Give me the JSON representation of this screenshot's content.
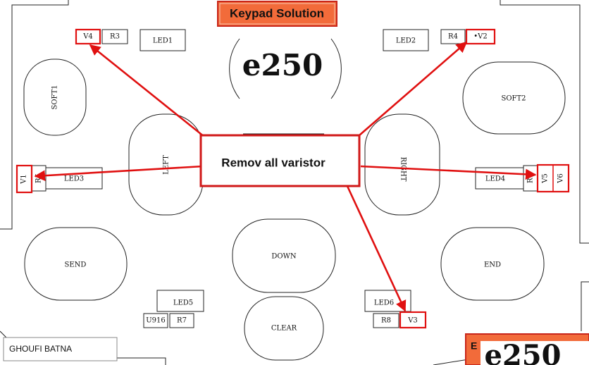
{
  "title_tag": "Keypad Solution",
  "model": "e250",
  "model_corner": "e250",
  "corner_fragment": "E",
  "instruction": "Remov all varistor",
  "watermark": "GHOUFI BATNA",
  "keys": {
    "soft1": "SOFT1",
    "soft2": "SOFT2",
    "left": "LEFT",
    "right": "RIGHT",
    "send": "SEND",
    "down": "DOWN",
    "end": "END",
    "clear": "CLEAR"
  },
  "components": {
    "led1": "LED1",
    "led2": "LED2",
    "led3": "LED3",
    "led4": "LED4",
    "led5": "LED5",
    "led6": "LED6",
    "r3": "R3",
    "r4": "R4",
    "r5": "R5",
    "r6": "R6",
    "r7": "R7",
    "r8": "R8",
    "u916": "U916"
  },
  "varistors": {
    "v1": "V1",
    "v2": "•V2",
    "v3": "V3",
    "v4": "V4",
    "v5": "V5",
    "v6": "V6"
  },
  "colors": {
    "highlight": "#e01010",
    "tag_fill": "#f26b3a",
    "tag_border": "#c8261a",
    "line": "#222222"
  }
}
